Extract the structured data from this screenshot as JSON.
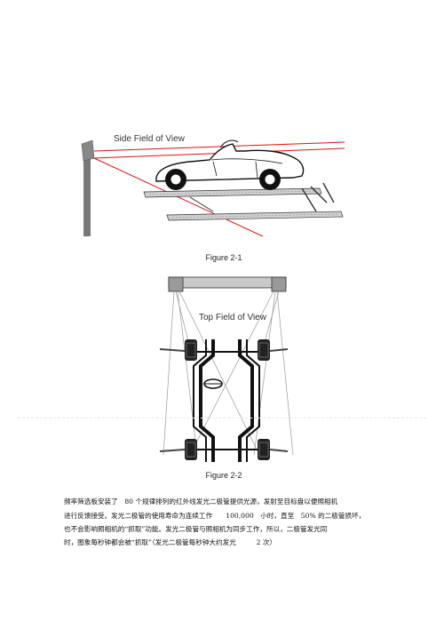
{
  "figure1": {
    "label": "Side Field of View",
    "caption": "Figure 2-1"
  },
  "figure2": {
    "label": "Top Field of View",
    "caption": "Figure 2-2"
  },
  "paragraph": {
    "lines": [
      "频率筛选板安装了　80 个规律排列的红外线发光二极管提供光源，发射至目标盘以便照相机",
      "进行反馈接受。发光二极管的使用寿命为连续工作　　100,000　小时，直至　50% 的二极管损坏，",
      "也不会影响照相机的“抓取”功能。发光二极管与照相机为同步工作，所以，二极管发光同",
      "时，图象每秒钟都会被“抓取”（发光二极管每秒钟大约发光　　　2 次）"
    ]
  }
}
